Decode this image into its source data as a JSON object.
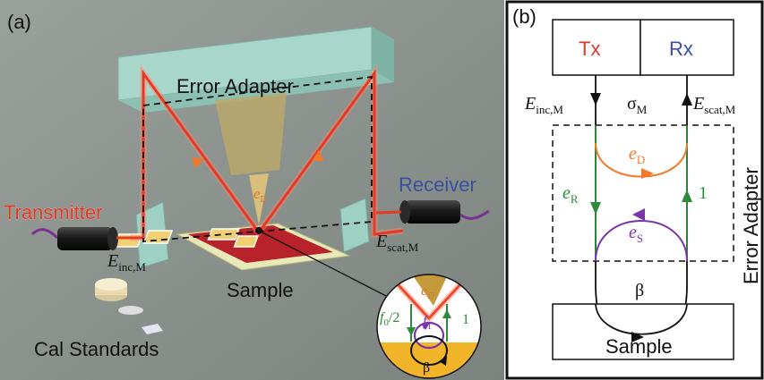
{
  "panel_a": {
    "label": "(a)",
    "error_adapter_label": "Error Adapter",
    "transmitter_label": "Transmitter",
    "receiver_label": "Receiver",
    "sample_label": "Sample",
    "cal_standards_label": "Cal Standards",
    "e_inc_main": "E",
    "e_inc_sub": "inc,M",
    "e_scat_main": "E",
    "e_scat_sub": "scat,M",
    "e_d_main": "e",
    "e_d_sub": "D",
    "inset": {
      "f0_main": "f",
      "f0_sub": "0",
      "f0_suffix": "/2",
      "one": "1",
      "f1_main": "f",
      "f1_sub": "1",
      "beta": "β"
    }
  },
  "panel_b": {
    "label": "(b)",
    "tx_label": "Tx",
    "rx_label": "Rx",
    "e_inc_main": "E",
    "e_inc_sub": "inc,M",
    "sigma_main": "σ",
    "sigma_sub": "M",
    "e_scat_main": "E",
    "e_scat_sub": "scat,M",
    "e_d_main": "e",
    "e_d_sub": "D",
    "e_r_main": "e",
    "e_r_sub": "R",
    "e_s_main": "e",
    "e_s_sub": "S",
    "one": "1",
    "beta": "β",
    "sample_label": "Sample",
    "error_adapter_label": "Error Adapter"
  },
  "colors": {
    "scene_bg": "#8a918c",
    "adapter_teal": "#9fd0c4",
    "beam_red": "#ef4a2e",
    "beam_orange": "#f07a2a",
    "tx_red": "#d63a2a",
    "rx_blue": "#3a4fa0",
    "green": "#2e8a3a",
    "purple": "#7a35a8",
    "gold": "#f2b52a"
  }
}
